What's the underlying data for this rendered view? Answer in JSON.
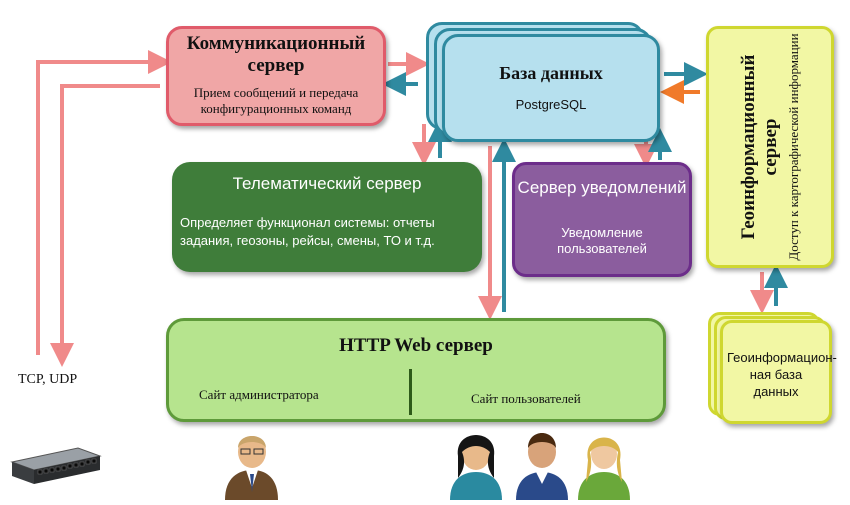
{
  "comm_server": {
    "title": "Коммуникационный сервер",
    "subtitle": "Прием сообщений и передача конфигурационных команд"
  },
  "database": {
    "title": "База данных",
    "subtitle": "PostgreSQL"
  },
  "telematics": {
    "title": "Телематический сервер",
    "subtitle": "Определяет функционал системы: отчеты задания, геозоны, рейсы, смены, ТО и т.д."
  },
  "notify": {
    "title": "Сервер уведомлений",
    "subtitle": "Уведомление пользователей"
  },
  "geo_server": {
    "title": "Геоинформационный сервер",
    "subtitle": "Доступ к картографической информации"
  },
  "geo_db": {
    "title": "Геоинформацион-ная база данных"
  },
  "http": {
    "title": "HTTP Web сервер",
    "admin_site": "Сайт администратора",
    "user_site": "Сайт пользователей"
  },
  "protocol": "TCP, UDP",
  "colors": {
    "arrow_pink": "#f08a8a",
    "arrow_teal": "#2f8aa0",
    "arrow_orange": "#f07a2a"
  }
}
